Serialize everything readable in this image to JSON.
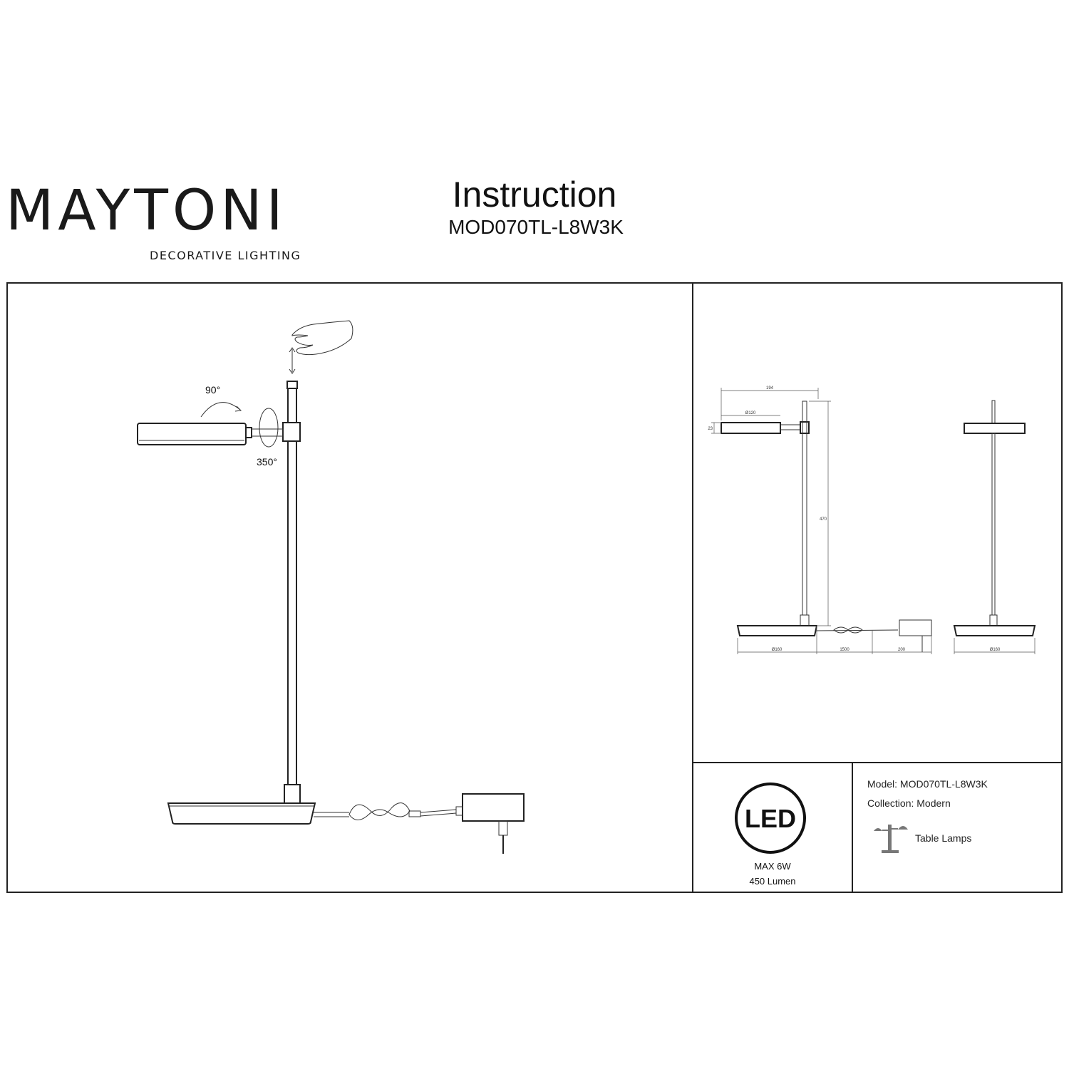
{
  "brand": {
    "name": "MAYTONI",
    "tagline": "DECORATIVE LIGHTING"
  },
  "header": {
    "title": "Instruction",
    "model": "MOD070TL-L8W3K"
  },
  "main_drawing": {
    "rotation_head": "90°",
    "rotation_arm": "350°"
  },
  "dimensions": {
    "width": "194",
    "head_diameter": "Ø120",
    "head_height": "23",
    "height": "470",
    "base_diameter": "Ø160",
    "cable_length": "1500",
    "adapter_length": "200",
    "side_base_diameter": "Ø160"
  },
  "specs": {
    "led_label": "LED",
    "power": "MAX 6W",
    "lumen": "450 Lumen"
  },
  "info": {
    "model": "Model: MOD070TL-L8W3K",
    "collection": "Collection: Modern",
    "category": "Table Lamps"
  },
  "colors": {
    "line": "#222222",
    "background": "#ffffff"
  }
}
